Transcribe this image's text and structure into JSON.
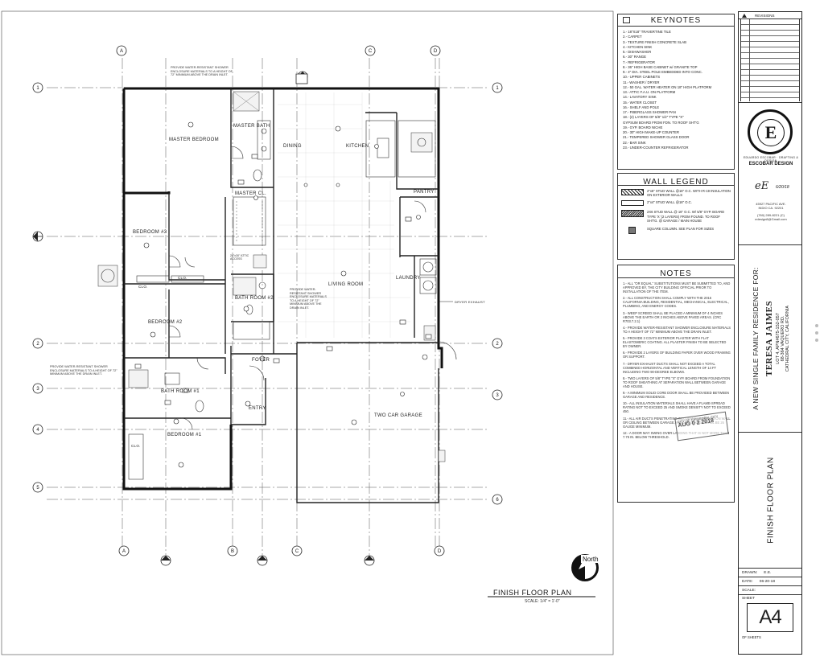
{
  "plan": {
    "title": "FINISH FLOOR PLAN",
    "scale": "SCALE: 1/4\" = 1'-0\"",
    "north_label": "North",
    "rooms": {
      "master_bedroom": "MASTER BEDROOM",
      "master_bath": "MASTER BATH",
      "master_cl": "MASTER CL.",
      "dining": "DINING",
      "kitchen": "KITCHEN",
      "pantry": "PANTRY",
      "bedroom3": "BEDROOM #3",
      "living_room": "LIVING ROOM",
      "laundry": "LAUNDRY",
      "bath2": "BATH ROOM #2",
      "bedroom2": "BEDROOM #2",
      "foyer": "FOYER",
      "bathroom1": "BATH ROOM #1",
      "entry": "ENTRY",
      "two_car_garage": "TWO CAR GARAGE",
      "bedroom1": "BEDROOM #1",
      "clo": "CLO.",
      "dryer_exhaust": "DRYER EXHAUST"
    },
    "notes": {
      "shower_master": "PROVIDE WATER-RESISTANT SHOWER ENCLOSURE MATERIALS TO A HEIGHT OF 72\" MINIMUM ABOVE THE DRAIN INLET.",
      "shower_bath2": "PROVIDE WATER-RESISTANT SHOWER ENCLOSURE MATERIALS TO A HEIGHT OF 72\" MINIMUM ABOVE THE DRAIN INLET.",
      "shower_bath1": "PROVIDE WATER-RESISTANT SHOWER ENCLOSURE MATERIALS TO A HEIGHT OF 72\" MINIMUM ABOVE THE DRAIN INLET.",
      "attic": "24\"x30\" ATTIC ACCESS"
    },
    "grid_letters": [
      "A",
      "B",
      "C",
      "D"
    ],
    "grid_numbers": [
      "1",
      "2",
      "3",
      "4",
      "5",
      "6"
    ]
  },
  "keynotes": {
    "title": "KEYNOTES",
    "items": [
      "1.- 18\"X18\" TRAVERTINE TILE",
      "2.- CARPET",
      "3.- TEXTURE FINISH CONCRETE SLAB",
      "4.- KITCHEN SINK",
      "5.- DISHWASHER",
      "6.- 30\" RANGE",
      "7.- REFRIGERATOR",
      "8.- 36\" HIGH BASE CABINET w/ GRANITE TOP",
      "9.- 4\" DIA. STEEL POLE EMBEDDED INTO CONC.",
      "10.- UPPER CABINETS",
      "11.- WASHER / DRYER",
      "12.- 50 GAL. WATER HEATER ON 18\" HIGH PLATFORM",
      "13.- ATTIC F.A.U. ON PLATFORM",
      "14.- LAVATORY SINK",
      "15.- WATER CLOSET",
      "16.- SHELF AND POLE",
      "17.- FIBERGLASS SHOWER PAN",
      "18.- (2) LAYERS OF 5/8\" 1/2\" TYPE \"X\"",
      "GYPSUM BOARD FROM FDN. TO ROOF SHT'G",
      "19.- GYP. BOARD NICHE",
      "20.- 30\" HIGH MAKE-UP COUNTER",
      "21.- TEMPERED SHOWER GLASS DOOR",
      "22.- BAR SINK",
      "23.- UNDER-COUNTER REFRIGERATOR"
    ]
  },
  "wall_legend": {
    "title": "WALL LEGEND",
    "items": [
      "2\"x6\" STUD WALL @16\" O.C. WITH R-19 INSULATION ON EXTERIOR WALLS",
      "2\"x4\" STUD WALL @16\" O.C.",
      "2X6 STUD WALL @ 16\" O.C. W/ 5/8\" GYP. BOARD TYPE 'X' (2 LAYERS) FROM FOUND. TO ROOF SHT'G. @ GARAGE / MAIN HOUSE",
      "SQUARE COLUMN. SEE PLAN FOR SIZES"
    ]
  },
  "notes": {
    "title": "NOTES",
    "items": [
      "1.- ALL \"OR EQUAL\" SUBSTITUTIONS MUST BE SUBMITTED TO, AND APPROVED BY, THE CITY BUILDING OFFICIAL PRIOR TO INSTALLATION OF THE ITEM.",
      "2.- ALL CONSTRUCTION SHALL COMPLY WITH THE 2016 CALIFORNIA BUILDING, RESIDENTIAL, MECHANICAL, ELECTRICAL, PLUMBING, AND ENERGY CODES.",
      "3.- WEEP SCREED SHALL BE PLACED A MINIMUM OF 4 INCHES ABOVE THE EARTH OR 2 INCHES ABOVE PAVED AREAS. (CRC R703.7.2.1)",
      "4.- PROVIDE WATER-RESISTANT SHOWER ENCLOSURE MATERIALS TO A HEIGHT OF 72\" MINIMUM ABOVE THE DRAIN INLET.",
      "5.- PROVIDE 3 COATS EXTERIOR PLASTER WITH FLAT ELASTOMERIC COATING. ALL PLASTER FINISH TO BE SELECTED BY OWNER.",
      "6.- PROVIDE 2 LAYERS OF BUILDING PAPER OVER WOOD FRAMING OR SUPPORT.",
      "7.- DRYER EXHAUST DUCTS SHALL NOT EXCEED A TOTAL COMBINED HORIZONTAL AND VERTICAL LENGTH OF 14 FT INCLUDING TWO 90-DEGREE ELBOWS.",
      "8.- TWO LAYERS OF 5/8\" TYPE \"X\" GYP. BOARD FROM FOUNDATION TO ROOF SHEATHING AT SEPARATION WALL BETWEEN GARAGE AND HOUSE.",
      "9.- A MINIMUM SOLID CORE DOOR SHALL BE PROVIDED BETWEEN GARAGE AND RESIDENCE.",
      "10.- ALL INSULATION MATERIALS SHALL HAVE A FLAME-SPREAD RATING NOT TO EXCEED 25 AND SMOKE DENSITY NOT TO EXCEED 450.",
      "11.- ALL AIR DUCTS PENETRATING OCCUPANCY SEPARATION WALL OR CEILING BETWEEN GARAGE AND LIVING AREA SHALL BE 26 GAUGE MINIMUM.",
      "12.- A DOOR MAY SWING OVER LANDING THAT IS NOT MORE THAN 7.75 IN. BELOW THRESHOLD."
    ]
  },
  "stamp": {
    "text": "AUG 0 2 2018",
    "city": "CITY OF CATHEDRAL CITY"
  },
  "title_block": {
    "revisions_label": "REVISIONS",
    "firm_name": "ESCOBAR DESIGN",
    "logo_ring_text": "EDUARDO ESCOBAR · DRAFTING & DESIGN",
    "logo_letter": "E",
    "signature_date": "6/20/18",
    "address1": "45927 PACIFIC AVE.",
    "address2": "INDIO CA. 92201",
    "phone": "(760) 289-8221 (C)",
    "email": "edesign8@Gmail.com",
    "project_heading": "A NEW SINGLE FAMILY RESIDENCE FOR:",
    "client": "TERESA JAIMES",
    "lot_line1": "LOT 4, APN#675-152-057",
    "lot_line2": "68-364 VAQUERO RD.",
    "lot_line3": "CATHEDRAL CITY, CALIFORNIA",
    "sheet_title": "FINISH FLOOR PLAN",
    "drawn_label": "DRAWN:",
    "drawn_value": "E.E.",
    "date_label": "DATE:",
    "date_value": "06-20-18",
    "scale_label": "SCALE:",
    "sheet_label": "SHEET",
    "sheet_number": "A4",
    "of_sheets_label": "OF  SHEETS"
  }
}
